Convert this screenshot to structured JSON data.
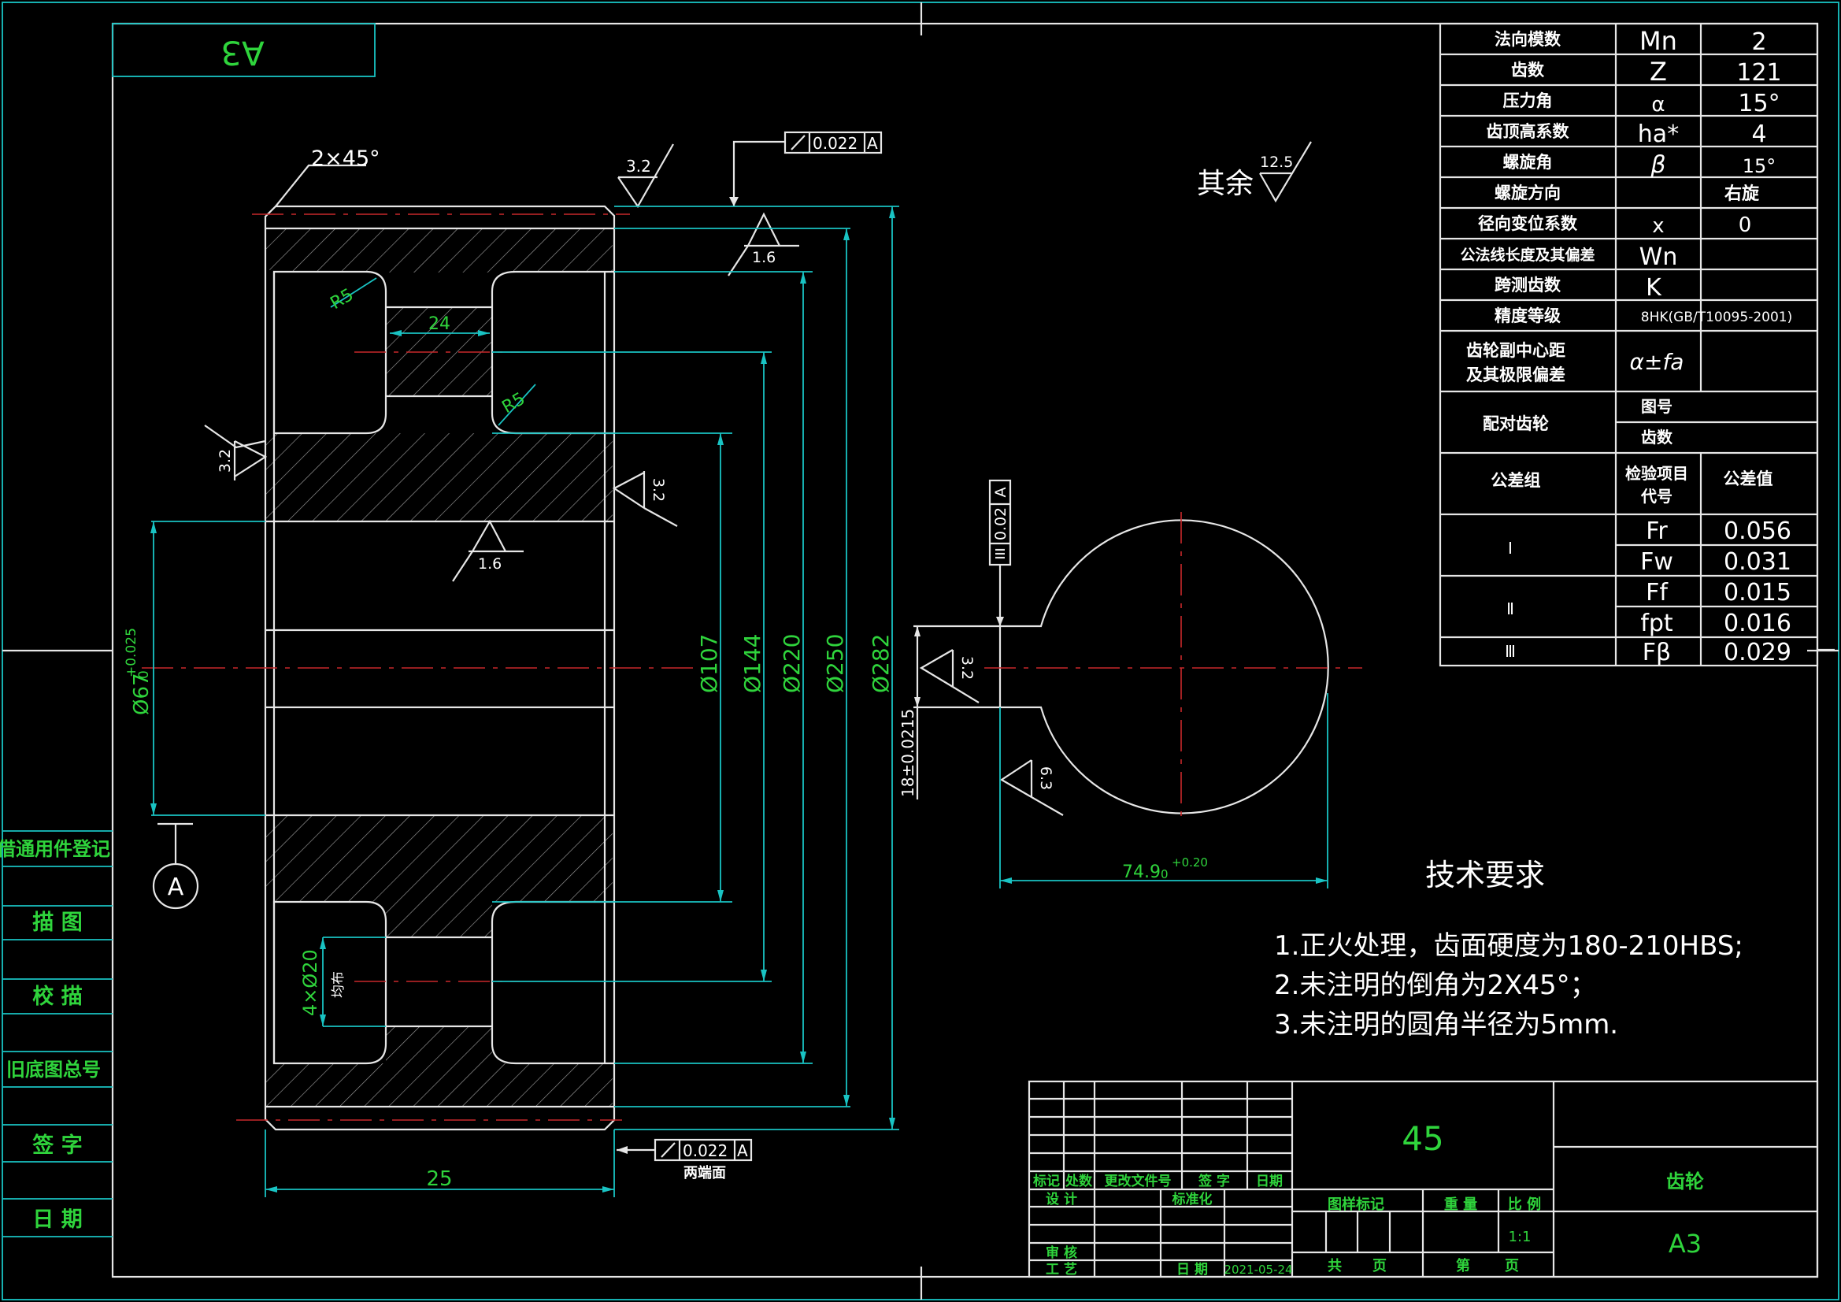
{
  "sheet": {
    "format_label": "A3",
    "colors": {
      "background": "#000000",
      "border": "#19c3c3",
      "outline": "#e6e6e6",
      "centerline": "#c8282a",
      "dimension_text": "#2fd43c",
      "hatch": "#9a9a9a"
    }
  },
  "left_strip": {
    "items": [
      "借通用件登记",
      "描  图",
      "校  描",
      "旧底图总号",
      "签  字",
      "日  期"
    ]
  },
  "section_view": {
    "chamfer_note": "2×45°",
    "roughness_top": "3.2",
    "roughness_right_face": "1.6",
    "roughness_left_mid": "3.2",
    "roughness_right_mid": "3.2",
    "roughness_bore": "1.6",
    "fillet_top": "R5",
    "fillet_mid": "R5",
    "hole_spacing": "24",
    "holes_note": "4×Ø20",
    "holes_sub": "均布",
    "bore_diameter": "Ø67",
    "bore_tolerance_upper": "+0.025",
    "bore_tolerance_lower": "0",
    "datum_label": "A",
    "width_dim": "25",
    "dia_107": "Ø107",
    "dia_144": "Ø144",
    "dia_220": "Ø220",
    "dia_250": "Ø250",
    "dia_282": "Ø282",
    "tolerance_frame_top": {
      "value": "0.022",
      "datum": "A"
    },
    "tolerance_frame_bottom": {
      "value": "0.022",
      "datum": "A",
      "note": "两端面"
    }
  },
  "hub_view": {
    "keyway_width": "18±0.0215",
    "keyway_roughness": "3.2",
    "bore_roughness": "6.3",
    "depth_dim": "74.9",
    "depth_tol_upper": "+0.20",
    "depth_tol_lower": "0",
    "symmetry_frame": {
      "value": "0.02",
      "datum": "A"
    }
  },
  "rest_roughness": {
    "label": "其余",
    "value": "12.5"
  },
  "gear_table": {
    "rows": [
      {
        "label": "法向模数",
        "symbol": "Mn",
        "value": "2"
      },
      {
        "label": "齿数",
        "symbol": "Z",
        "value": "121"
      },
      {
        "label": "压力角",
        "symbol": "α",
        "value": "15°"
      },
      {
        "label": "齿顶高系数",
        "symbol": "ha*",
        "value": "4"
      },
      {
        "label": "螺旋角",
        "symbol": "β",
        "value": "15°"
      },
      {
        "label": "螺旋方向",
        "symbol": "",
        "value": "右旋"
      },
      {
        "label": "径向变位系数",
        "symbol": "x",
        "value": "0"
      },
      {
        "label": "公法线长度及其偏差",
        "symbol": "Wn",
        "value": ""
      },
      {
        "label": "跨测齿数",
        "symbol": "K",
        "value": ""
      },
      {
        "label": "精度等级",
        "symbol": "8HK(GB/T10095-2001)",
        "value": ""
      }
    ],
    "center_distance_label_1": "齿轮副中心距",
    "center_distance_label_2": "及其极限偏差",
    "center_distance_symbol": "α±fa",
    "mating_label": "配对齿轮",
    "mating_drawing": "图号",
    "mating_teeth": "齿数",
    "tol_group_label": "公差组",
    "tol_item_label_1": "检验项目",
    "tol_item_label_2": "代号",
    "tol_value_label": "公差值",
    "groups": [
      {
        "name": "Ⅰ",
        "items": [
          {
            "code": "Fr",
            "value": "0.056"
          },
          {
            "code": "Fw",
            "value": "0.031"
          }
        ]
      },
      {
        "name": "Ⅱ",
        "items": [
          {
            "code": "Ff",
            "value": "0.015"
          },
          {
            "code": "fpt",
            "value": "0.016"
          }
        ]
      },
      {
        "name": "Ⅲ",
        "items": [
          {
            "code": "Fβ",
            "value": "0.029"
          }
        ]
      }
    ]
  },
  "tech_requirements": {
    "title": "技术要求",
    "items": [
      "1.正火处理，齿面硬度为180-210HBS;",
      "2.未注明的倒角为2X45°；",
      "3.未注明的圆角半径为5mm."
    ]
  },
  "title_block": {
    "material": "45",
    "part_name": "齿轮",
    "sheet_size": "A3",
    "labels": {
      "mark": "标记",
      "count": "处数",
      "change_doc": "更改文件号",
      "sign": "签 字",
      "date": "日期",
      "design": "设 计",
      "standardize": "标准化",
      "review": "审 核",
      "process": "工 艺",
      "date2": "日 期",
      "stage_mark": "图样标记",
      "weight": "重 量",
      "scale": "比 例",
      "total": "共",
      "page": "页",
      "sheet_no": "第",
      "page2": "页"
    },
    "scale_value": "1:1",
    "date_value": "2021-05-24"
  }
}
